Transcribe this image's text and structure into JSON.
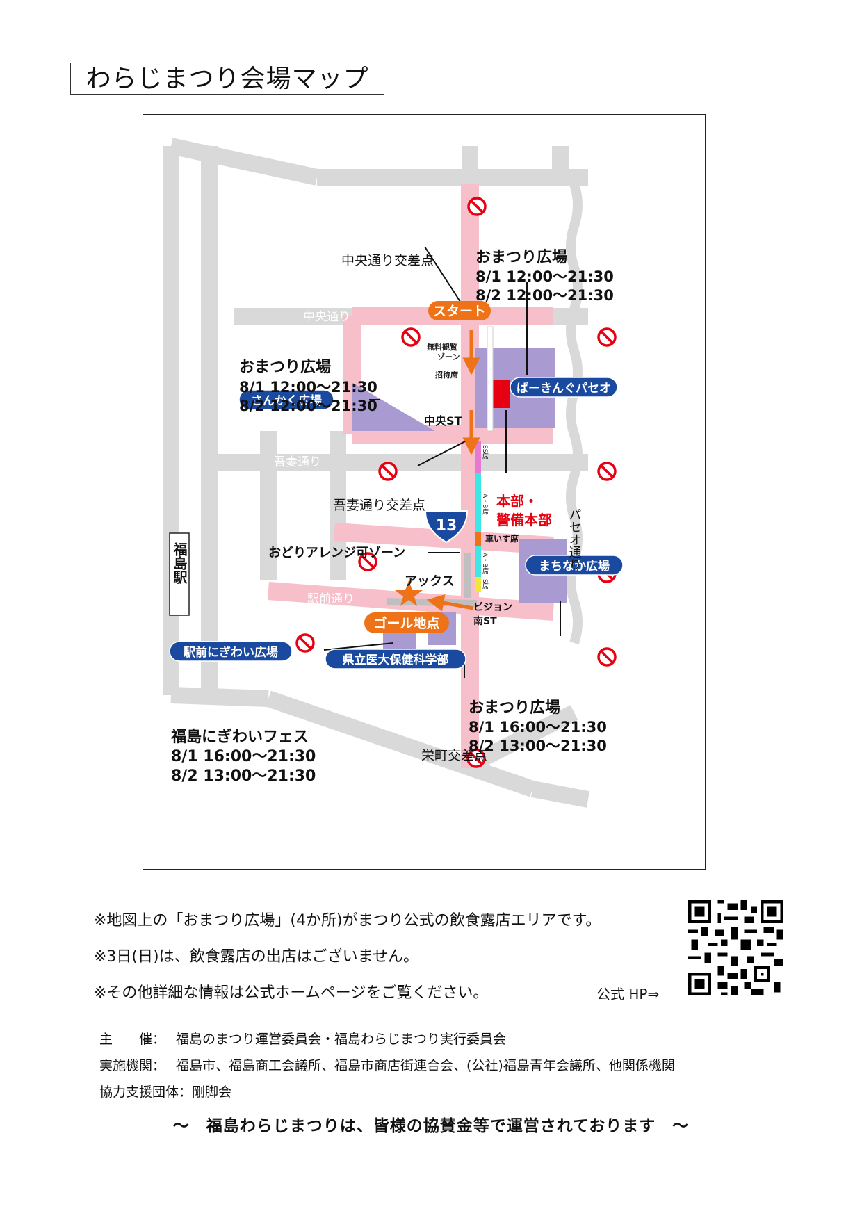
{
  "page_title": "わらじまつり会場マップ",
  "map": {
    "streets": {
      "chuo_dori": "中央通り",
      "azuma_dori": "吾妻通り",
      "ekimae_dori": "駅前通り",
      "paseo_dori": "パセオ通り"
    },
    "intersections": {
      "chuo": "中央通り交差点",
      "azuma": "吾妻通り交差点",
      "sakaemachi": "栄町交差点"
    },
    "route_number": "13",
    "start": "スタート",
    "goal": "ゴール地点",
    "headquarters": [
      "本部・",
      "警備本部"
    ],
    "seats": {
      "free_zone": [
        "無料観覧",
        "ゾーン"
      ],
      "invited": "招待席",
      "ss": "SS席",
      "ab": "A・B席",
      "wheelchair": "車いす席",
      "ab2": "A・B席",
      "s": "S席"
    },
    "stations": {
      "chuo_st": "中央ST",
      "vision": [
        "ビジョン",
        "南ST"
      ]
    },
    "odori_zone": "おどりアレンジ可ゾーン",
    "ax": "アックス",
    "fukushima_station": "福島駅",
    "venues": {
      "parking_paseo": "ぱーきんぐパセオ",
      "sankaku": "さんかく広場",
      "machinaka": "まちなか広場",
      "ekimae": "駅前にぎわい広場",
      "kenritsu": "県立医大保健科学部"
    },
    "plaza_ne": {
      "name": "おまつり広場",
      "times": [
        "8/1  12:00～21:30",
        "8/2  12:00～21:30"
      ]
    },
    "plaza_w": {
      "name": "おまつり広場",
      "times": [
        "8/1  12:00～21:30",
        "8/2  12:00～21:30"
      ]
    },
    "plaza_se": {
      "name": "おまつり広場",
      "times": [
        "8/1  16:00～21:30",
        "8/2  13:00～21:30"
      ]
    },
    "nigiwai_fes": {
      "name": "福島にぎわいフェス",
      "times": [
        "8/1  16:00～21:30",
        "8/2  13:00～21:30"
      ]
    }
  },
  "notes": [
    "※地図上の「おまつり広場」(4か所)がまつり公式の飲食露店エリアです。",
    "※3日(日)は、飲食露店の出店はございません。",
    "※その他詳細な情報は公式ホームページをご覧ください。"
  ],
  "hp_label": "公式 HP⇒",
  "organizers": [
    {
      "key": "主　　催：",
      "value": "福島のまつり運営委員会・福島わらじまつり実行委員会"
    },
    {
      "key": "実施機関：",
      "value": "福島市、福島商工会議所、福島市商店街連合会、(公社)福島青年会議所、他関係機関"
    },
    {
      "key": "協力支援団体：",
      "value": "剛脚会"
    }
  ],
  "footer": "～　福島わらじまつりは、皆様の協賛金等で運営されております　～",
  "colors": {
    "road": "#d9d9d9",
    "closed_road": "#f7bfca",
    "plaza": "#a99bd1",
    "orange": "#ee7218",
    "navy": "#1a4aa0",
    "hq_red": "#e60012",
    "no_entry": "#e60012"
  }
}
